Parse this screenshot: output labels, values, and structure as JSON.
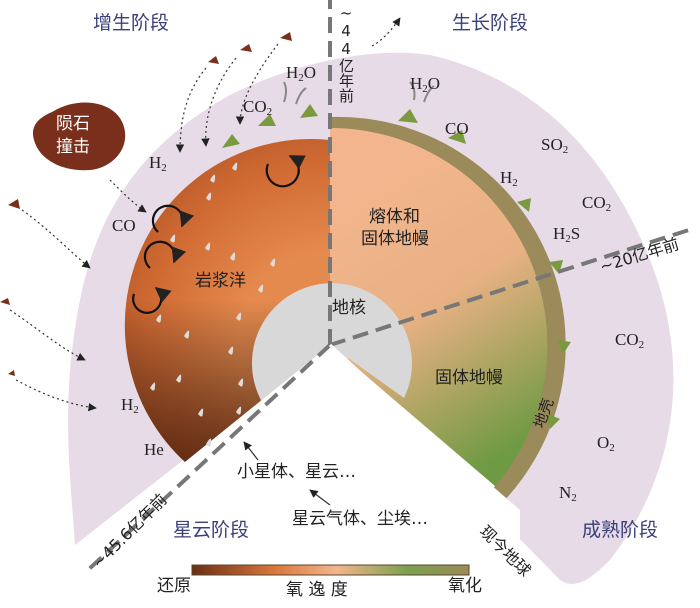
{
  "stages": {
    "accretion": "增生阶段",
    "growth": "生长阶段",
    "nebula": "星云阶段",
    "mature": "成熟阶段"
  },
  "times": {
    "t44": "~44亿年前",
    "t20": "~20亿年前",
    "t456": "~45.6亿年前",
    "now": "现今地球"
  },
  "regions": {
    "magma_ocean": "岩浆洋",
    "melt_mantle_line1": "熔体和",
    "melt_mantle_line2": "固体地幔",
    "solid_mantle": "固体地幔",
    "core": "地核",
    "crust": "地壳",
    "meteorite_line1": "陨石",
    "meteorite_line2": "撞击"
  },
  "annotations": {
    "planetesimals": "小星体、星云…",
    "nebula_gas": "星云气体、尘埃…"
  },
  "gases": {
    "h2o_1": {
      "base": "H",
      "sub": "2",
      "tail": "O"
    },
    "co2_1": {
      "base": "CO",
      "sub": "2",
      "tail": ""
    },
    "h2_1": {
      "base": "H",
      "sub": "2",
      "tail": ""
    },
    "co_1": {
      "base": "CO",
      "sub": "",
      "tail": ""
    },
    "h2_2": {
      "base": "H",
      "sub": "2",
      "tail": ""
    },
    "he": {
      "base": "He",
      "sub": "",
      "tail": ""
    },
    "h2o_2": {
      "base": "H",
      "sub": "2",
      "tail": "O"
    },
    "co_2": {
      "base": "CO",
      "sub": "",
      "tail": ""
    },
    "h2_3": {
      "base": "H",
      "sub": "2",
      "tail": ""
    },
    "so2": {
      "base": "SO",
      "sub": "2",
      "tail": ""
    },
    "co2_2": {
      "base": "CO",
      "sub": "2",
      "tail": ""
    },
    "h2s": {
      "base": "H",
      "sub": "2",
      "tail": "S"
    },
    "co2_3": {
      "base": "CO",
      "sub": "2",
      "tail": ""
    },
    "o2": {
      "base": "O",
      "sub": "2",
      "tail": ""
    },
    "n2": {
      "base": "N",
      "sub": "2",
      "tail": ""
    }
  },
  "legend": {
    "left": "还原",
    "center": "氧 逸 度",
    "right": "氧化"
  },
  "colors": {
    "atmosphere": "#e7dbe7",
    "magma": "#d9783c",
    "magma_dark": "#6b2e15",
    "melt": "#f3b58d",
    "solid_mantle": "#7aa04e",
    "crust": "#9b8a5a",
    "core": "#d8d8d8",
    "meteorite": "#7a2f1c",
    "stage_title": "#3b3f7a"
  }
}
